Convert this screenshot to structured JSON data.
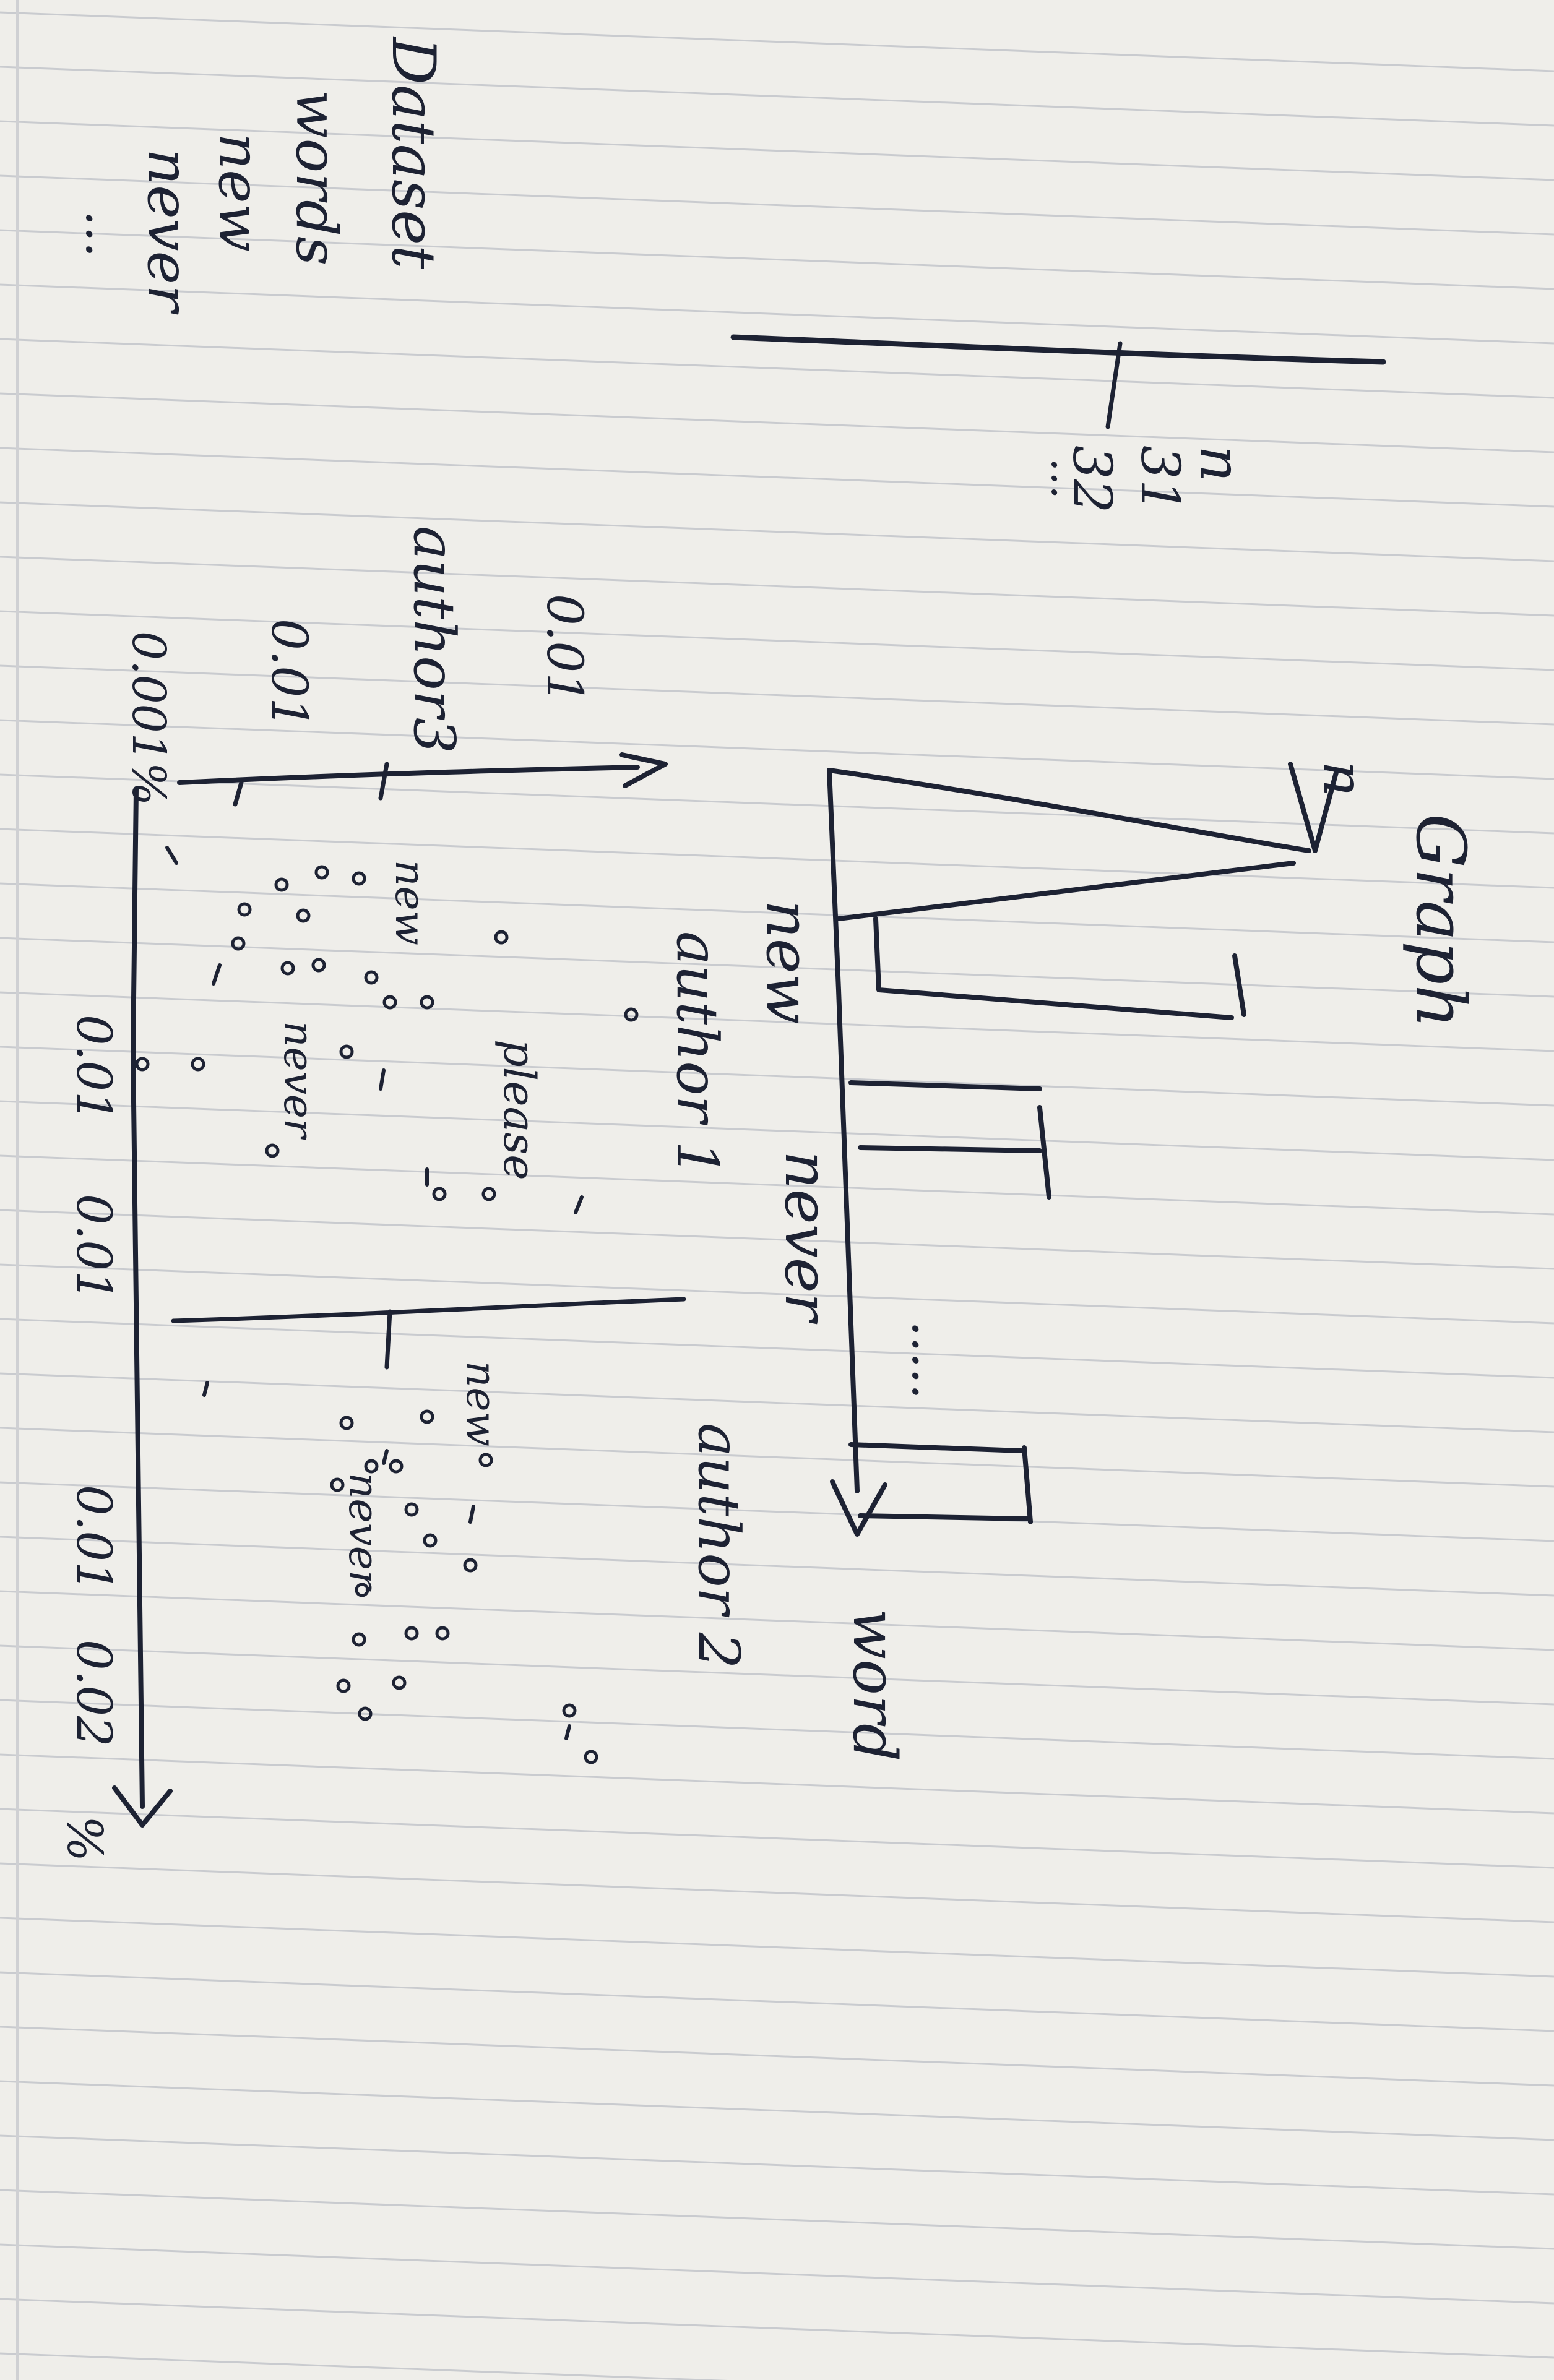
{
  "page": {
    "ink_color": "#1d2233",
    "paper_color": "#efeeea",
    "rule_color": "#c9cbcf"
  },
  "dataset_table": {
    "title": "Dataset",
    "word_column": [
      "words",
      "new",
      "never",
      "..."
    ],
    "count_column": [
      "n",
      "31",
      "32",
      "..."
    ]
  },
  "bar_graph": {
    "title": "Graph",
    "y_axis_label": "n",
    "x_axis_label": "word",
    "word_labels": [
      "new",
      "never"
    ],
    "ellipsis": "....."
  },
  "scatter_graph": {
    "y_axis_label": "author3",
    "y_tick_labels": [
      "0.01",
      "0.01",
      "0.001%"
    ],
    "x_tick_labels": [
      "0.01",
      "0.01",
      "0.01",
      "0.02"
    ],
    "x_axis_unit": "%",
    "panel_labels": [
      "author 1",
      "author 2"
    ],
    "point_labels": [
      "new",
      "please",
      "never",
      "new",
      "never"
    ]
  }
}
